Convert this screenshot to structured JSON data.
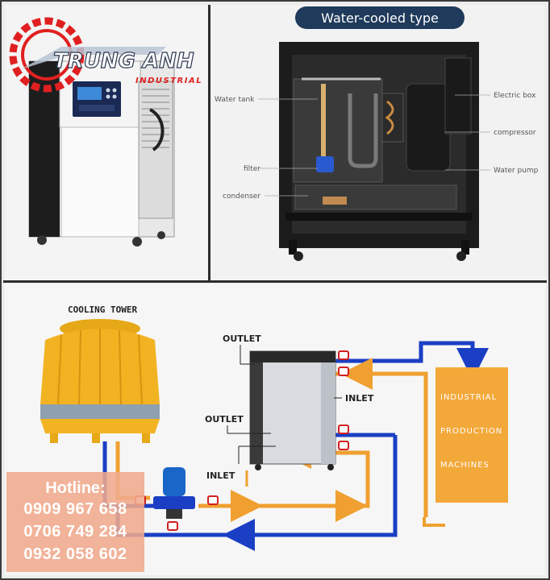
{
  "logo": {
    "brand": "TRUNG ANH",
    "sub": "INDUSTRIAL"
  },
  "title": "Water-cooled type",
  "parts": {
    "water_tank": "Water tank",
    "filter": "filter",
    "condenser": "condenser",
    "electric_box": "Electric box",
    "compressor": "compressor",
    "water_pump": "Water pump"
  },
  "system": {
    "cooling_tower": "COOLING TOWER",
    "outlet_top": "OUTLET",
    "inlet_top": "INLET",
    "outlet_bottom": "OUTLET",
    "inlet_bottom": "INLET",
    "machines_lines": [
      "INDUSTRIAL",
      "PRODUCTION",
      "MACHINES"
    ]
  },
  "hotline": {
    "label": "Hotline:",
    "phones": [
      "0909 967 658",
      "0706 749 284",
      "0932 058 602"
    ]
  },
  "colors": {
    "cold_pipe": "#1a3fc4",
    "hot_pipe": "#f0a030",
    "tower": "#f2b322",
    "machines_box": "#f3a83a",
    "logo_red": "#e02020",
    "title_bg": "#1f3a5a"
  }
}
